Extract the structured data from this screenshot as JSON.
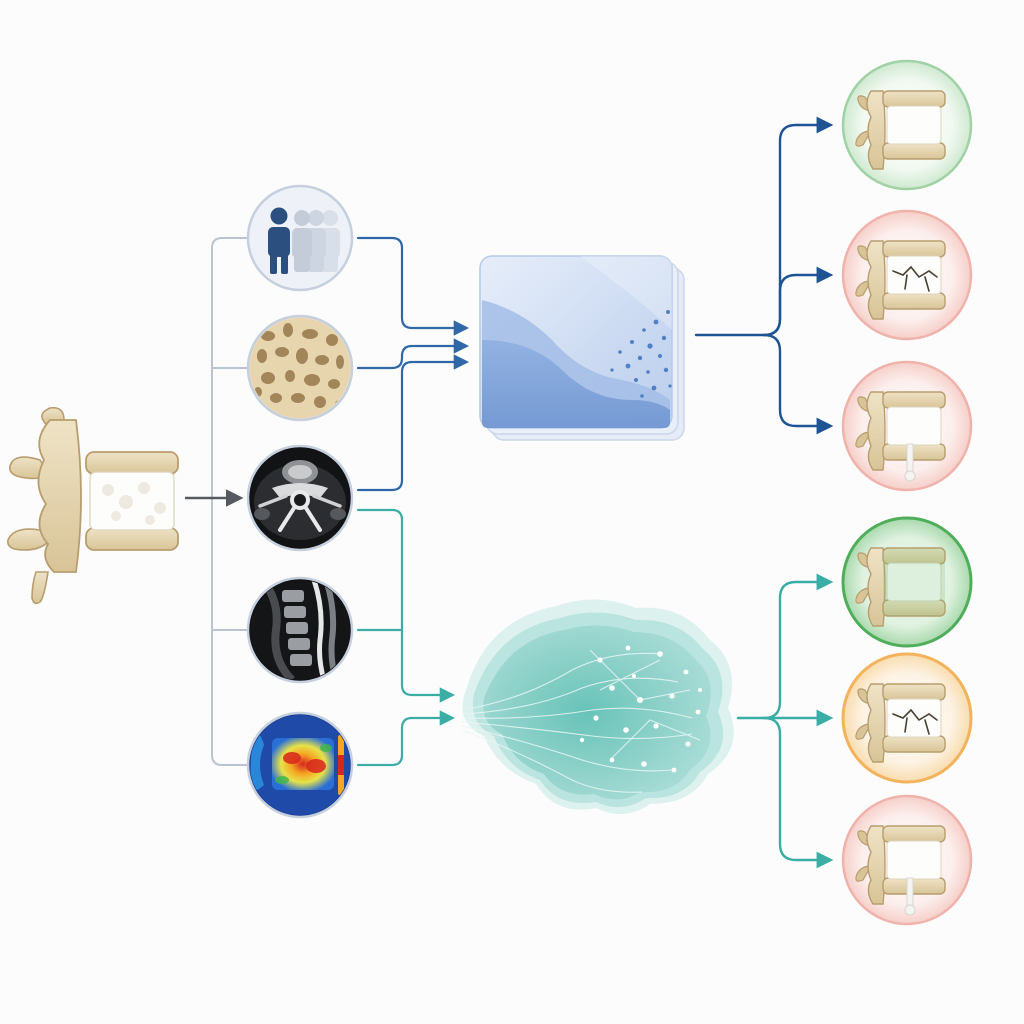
{
  "colors": {
    "background": "#fcfcfd",
    "connector_gray": "#b9c3d1",
    "source_arrow": "#555a60",
    "statistical_blue": "#2f67a8",
    "output_blue": "#1f5494",
    "ai_teal": "#3aaea4",
    "bone": "#e6d7b4",
    "bone_shadow": "#b89d6e",
    "marrow": "#fdfdfb",
    "outcome_good": "#71bf77",
    "outcome_bad": "#ec9b93",
    "outcome_mid": "#f2b35c"
  },
  "icons": {
    "source": "lumbar-vertebra-icon",
    "input_demographics": "patient-population-icon",
    "input_trabecular": "trabecular-bone-icon",
    "input_ct": "axial-ct-scan-icon",
    "input_mri": "sagittal-mri-scan-icon",
    "input_heatmap": "vertebra-heatmap-icon",
    "statistical_model": "stacked-statistical-model-icon",
    "ai_model": "neural-network-brain-icon",
    "outcome_intact": "intact-vertebra-icon",
    "outcome_fracture": "fractured-vertebra-icon",
    "outcome_leakage": "cement-leakage-vertebra-icon"
  },
  "diagram": {
    "inputs": [
      {
        "icon": "patient-population-icon",
        "model": "statistical"
      },
      {
        "icon": "trabecular-bone-icon",
        "model": "statistical"
      },
      {
        "icon": "axial-ct-scan-icon",
        "model": "both"
      },
      {
        "icon": "sagittal-mri-scan-icon",
        "model": "ai"
      },
      {
        "icon": "vertebra-heatmap-icon",
        "model": "ai"
      }
    ],
    "statistical_outcomes": [
      "intact-vertebra-icon",
      "fractured-vertebra-icon",
      "cement-leakage-vertebra-icon"
    ],
    "ai_outcomes": [
      "intact-vertebra-icon",
      "fractured-vertebra-icon",
      "cement-leakage-vertebra-icon"
    ],
    "outcome_tones": {
      "statistical": [
        "good",
        "bad",
        "bad"
      ],
      "ai": [
        "good",
        "mid",
        "bad"
      ]
    }
  }
}
